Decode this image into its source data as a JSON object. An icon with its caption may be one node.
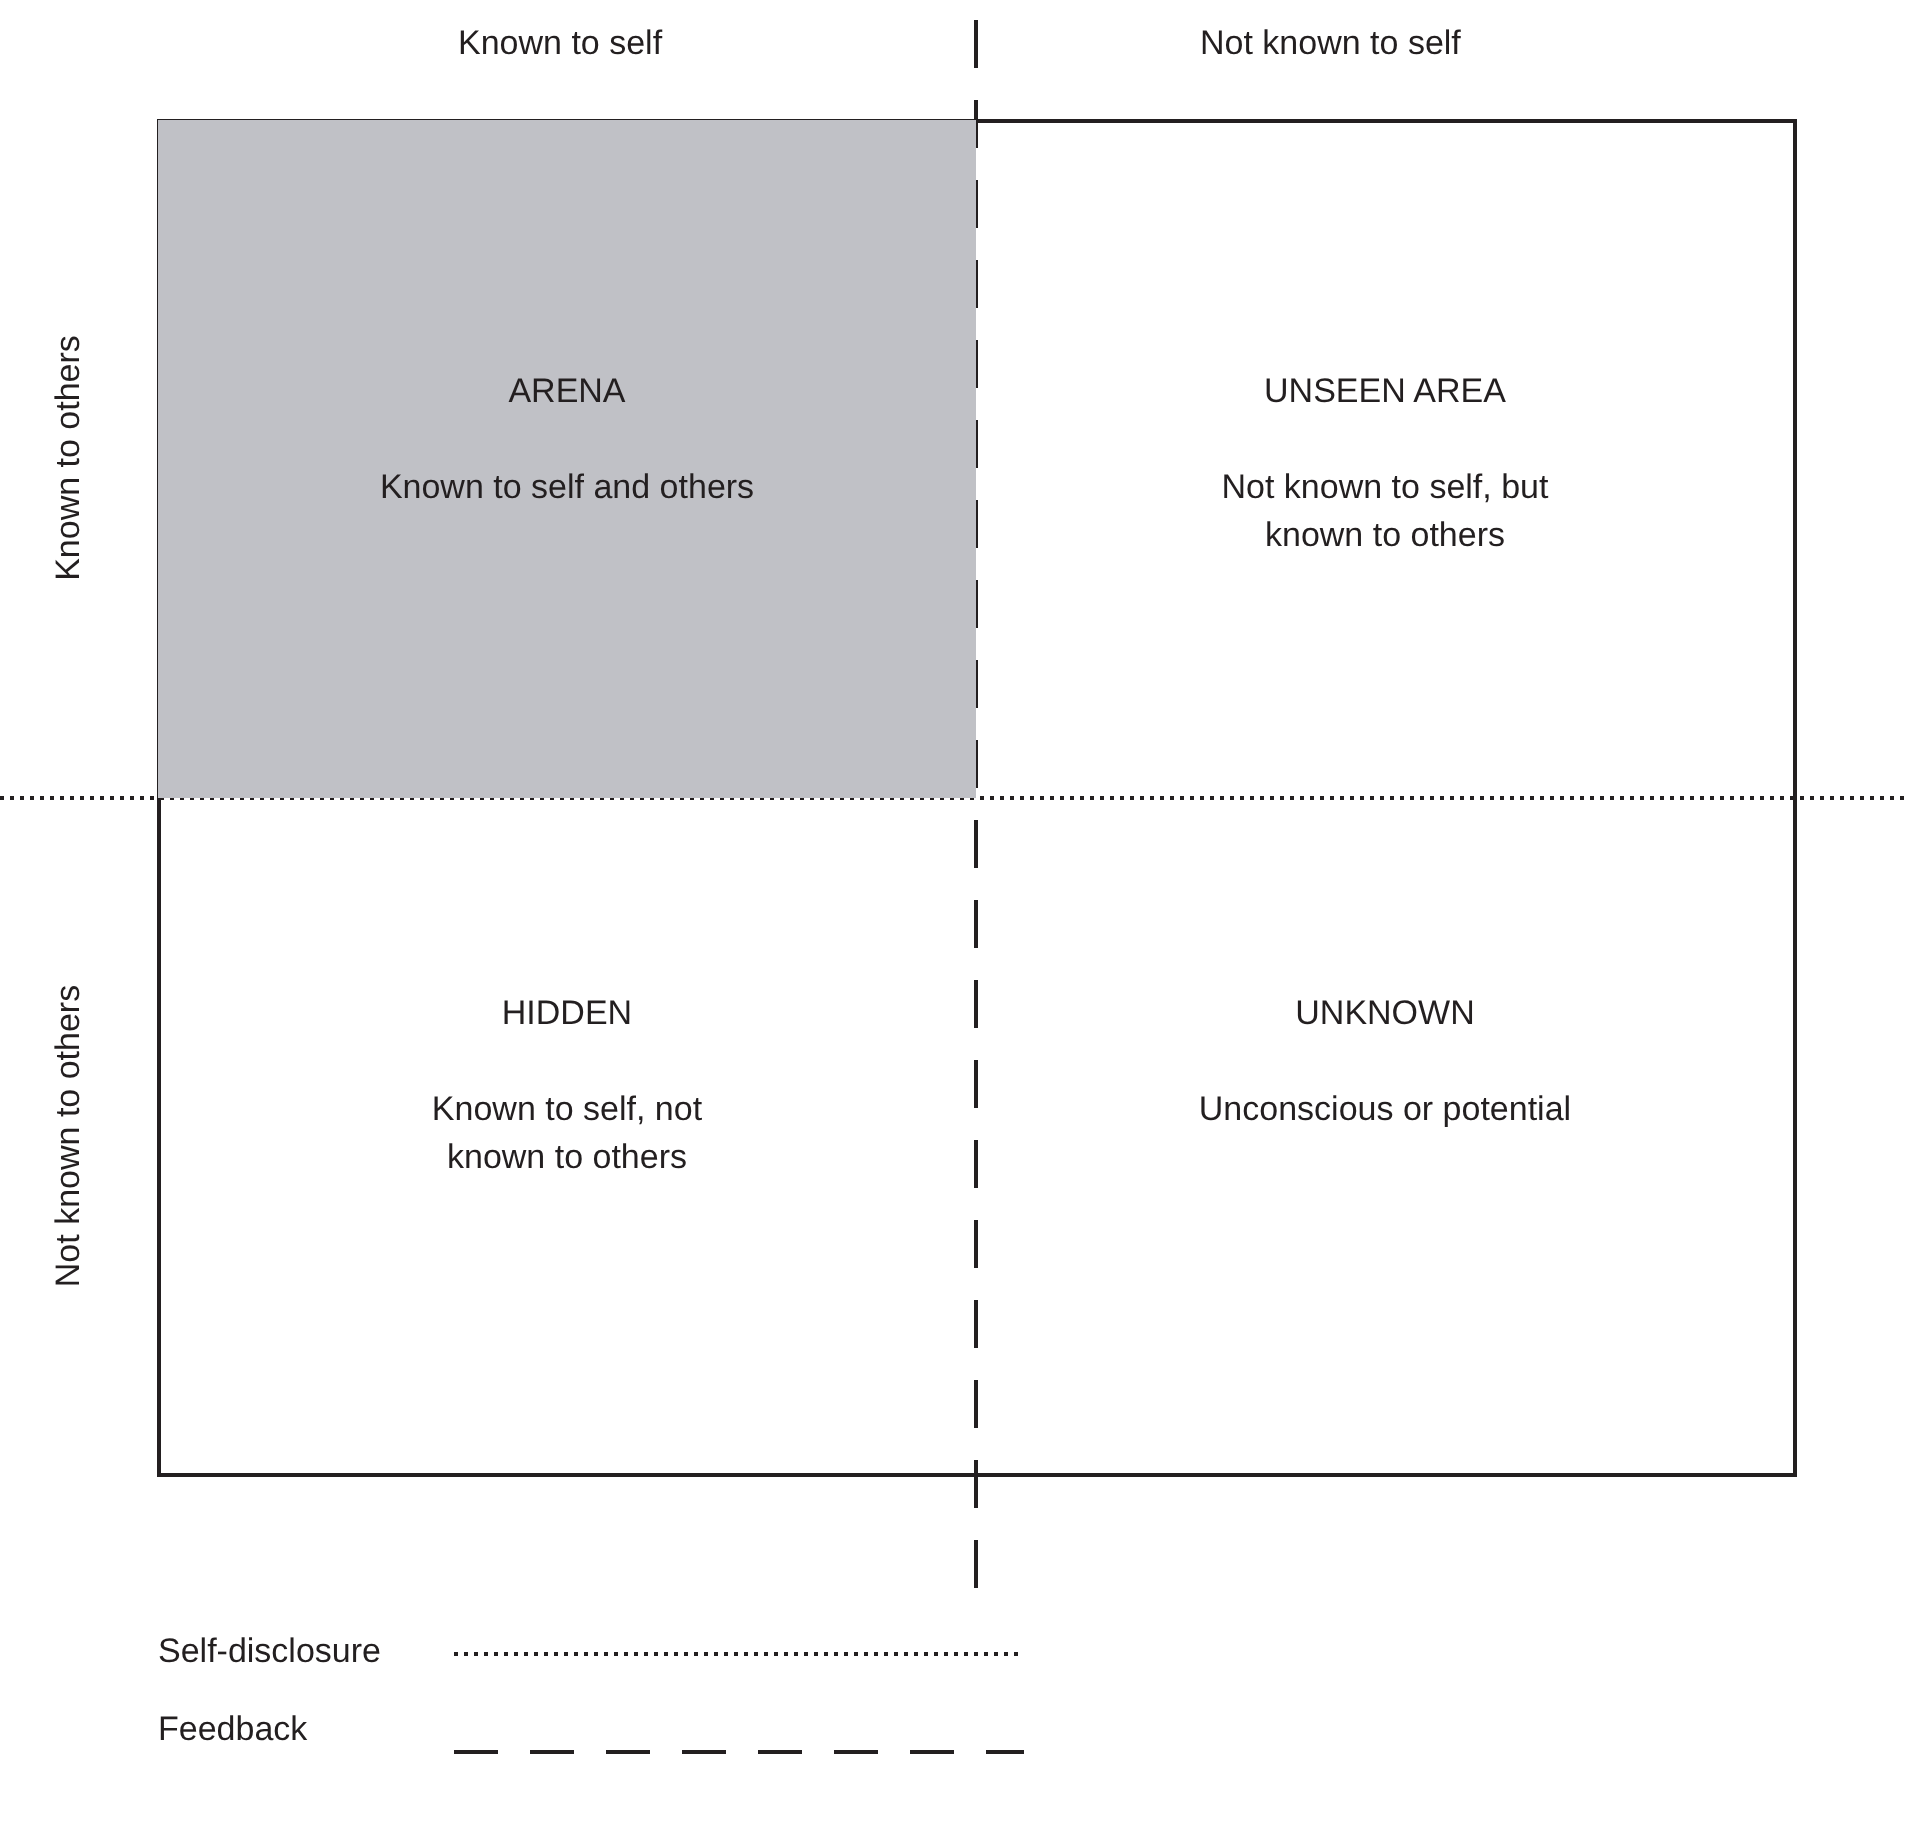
{
  "diagram": {
    "nodes": [
      {
        "text": [
          "ARENA",
          "Known to self and others"
        ]
      },
      {
        "text": [
          "UNSEEN AREA",
          "Not known to self, but known to others"
        ]
      },
      {
        "text": [
          "HIDDEN",
          "Known to self, not known to others"
        ]
      },
      {
        "text": [
          "UNKNOWN",
          "Unconscious or potential"
        ]
      }
    ],
    "labels": [
      "Known to self",
      "Not known to self",
      "Known to others",
      "Not known to others"
    ],
    "legend": [
      {
        "text": "Self-disclosure"
      },
      {
        "text": "Feedback"
      }
    ]
  }
}
